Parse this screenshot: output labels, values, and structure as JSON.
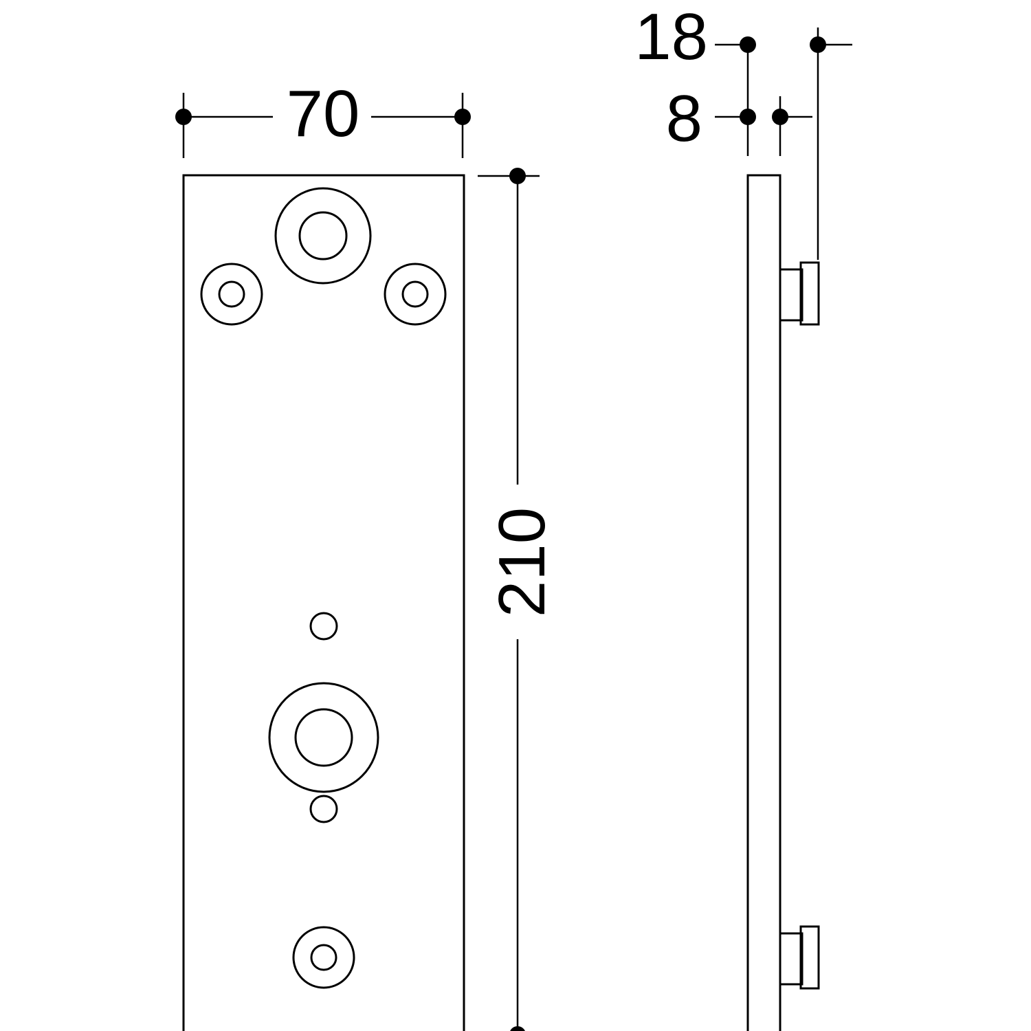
{
  "dimensions": {
    "width_label": "70",
    "height_label": "210",
    "side_total_label": "18",
    "side_plate_label": "8"
  },
  "colors": {
    "line": "#000000",
    "background": "#ffffff"
  }
}
